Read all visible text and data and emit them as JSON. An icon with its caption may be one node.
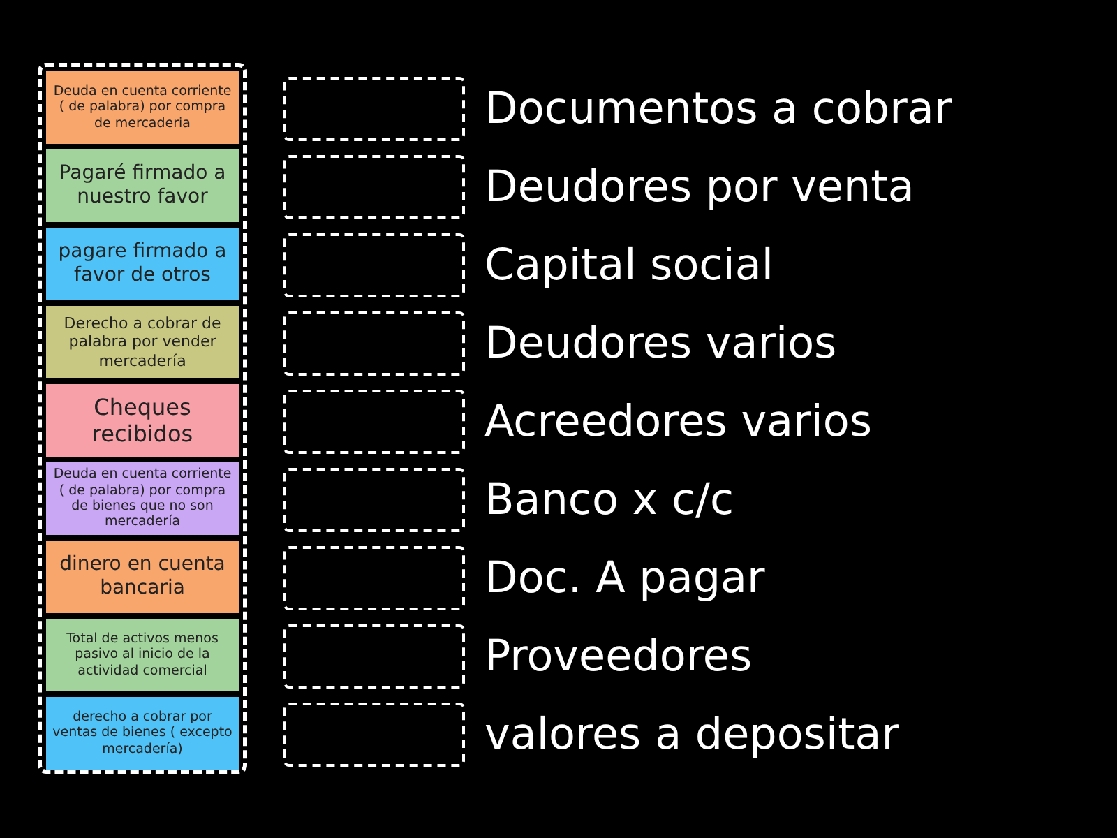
{
  "diagram": {
    "nodes": [
      {
        "text": [],
        "shape": "box"
      },
      {
        "text": [
          "Deuda en cuenta corriente ( de palabra) por compra de mercaderia"
        ],
        "in": 0
      },
      {
        "text": [
          "Pagaré firmado a nuestro favor"
        ],
        "in": 0
      },
      {
        "text": [
          "pagare firmado a favor de otros"
        ],
        "in": 0
      },
      {
        "text": [
          "Derecho a cobrar de palabra por vender mercadería"
        ],
        "in": 0
      },
      {
        "text": [
          "Cheques recibidos"
        ],
        "in": 0
      },
      {
        "text": [
          "Deuda en cuenta corriente ( de palabra) por compra de bienes que no son mercadería"
        ],
        "in": 0
      },
      {
        "text": [
          "dinero en cuenta bancaria"
        ],
        "in": 0
      },
      {
        "text": [
          "Total de activos menos pasivo al inicio de la actividad comercial"
        ],
        "in": 0
      },
      {
        "text": [
          "derecho a cobrar por ventas de bienes ( excepto mercadería)"
        ],
        "in": 0
      },
      {
        "text": [],
        "shape": "box",
        "beside": [
          "Documentos a cobrar"
        ]
      },
      {
        "text": [],
        "shape": "box",
        "beside": [
          "Deudores por venta"
        ]
      },
      {
        "text": [],
        "shape": "box",
        "beside": [
          "Capital social"
        ]
      },
      {
        "text": [],
        "shape": "box",
        "beside": [
          "Deudores varios"
        ]
      },
      {
        "text": [],
        "shape": "box",
        "beside": [
          "Acreedores varios"
        ]
      },
      {
        "text": [],
        "shape": "box",
        "beside": [
          "Banco x c/c"
        ]
      },
      {
        "text": [],
        "shape": "box",
        "beside": [
          "Doc. A pagar"
        ]
      },
      {
        "text": [],
        "shape": "box",
        "beside": [
          "Proveedores"
        ]
      },
      {
        "text": [],
        "shape": "box",
        "beside": [
          "valores a depositar"
        ]
      }
    ]
  }
}
